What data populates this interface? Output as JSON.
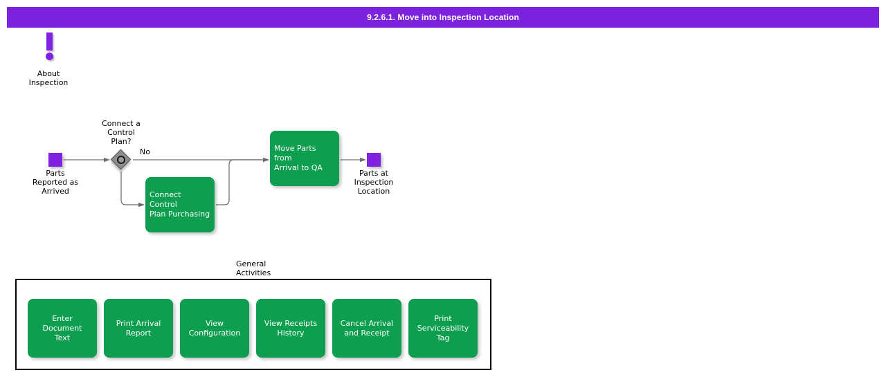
{
  "window": {
    "title": "9.2.6.1. Move into Inspection Location",
    "title_bar_color": "#7d22dd"
  },
  "colors": {
    "accent_purple": "#8020e0",
    "activity_green": "#0d9e4f",
    "gateway_gray": "#8c8c8c",
    "edge_gray": "#6e6e6e",
    "border_black": "#000000"
  },
  "annotation": {
    "icon": "exclamation-icon",
    "caption": "About\nInspection"
  },
  "flow": {
    "start_event": {
      "name": "parts-reported-as-arrived",
      "caption": "Parts\nReported as\nArrived",
      "shape": "square",
      "color": "#8020e0"
    },
    "gateway": {
      "name": "connect-a-control-plan",
      "caption": "Connect a\nControl\nPlan?",
      "shape": "diamond-with-circle",
      "outgoing_label": "No"
    },
    "activities": [
      {
        "name": "connect-control-plan-purchasing",
        "label": "Connect Control\nPlan Purchasing",
        "align": "left"
      },
      {
        "name": "move-parts-from-arrival-to-qa",
        "label": "Move Parts from\nArrival to QA",
        "align": "left"
      }
    ],
    "end_event": {
      "name": "parts-at-inspection-location",
      "caption": "Parts at\nInspection\nLocation",
      "shape": "square",
      "color": "#8020e0"
    }
  },
  "general_activities": {
    "caption": "General\nActivities",
    "items": [
      {
        "name": "enter-document-text",
        "label": "Enter Document\nText"
      },
      {
        "name": "print-arrival-report",
        "label": "Print Arrival\nReport"
      },
      {
        "name": "view-configuration",
        "label": "View\nConfiguration"
      },
      {
        "name": "view-receipts-history",
        "label": "View Receipts\nHistory"
      },
      {
        "name": "cancel-arrival-and-receipt",
        "label": "Cancel Arrival\nand Receipt"
      },
      {
        "name": "print-serviceability-tag",
        "label": "Print\nServiceability\nTag"
      }
    ]
  }
}
